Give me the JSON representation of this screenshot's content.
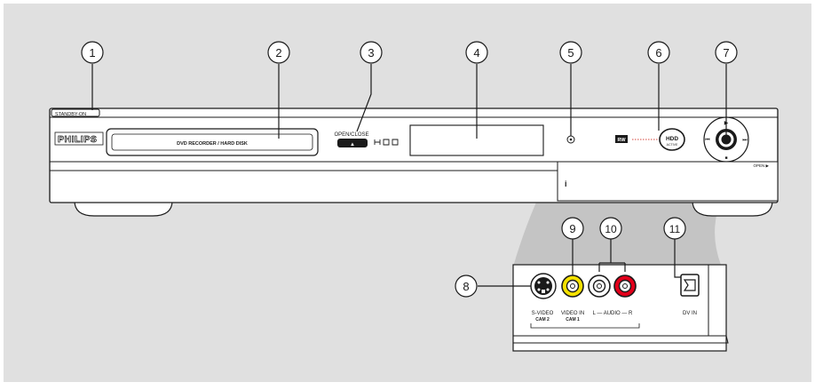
{
  "brand": "PHILIPS",
  "labels": {
    "standby": "STANDBY-ON",
    "tray": "DVD RECORDER / HARD DISK",
    "open_close": "OPEN/CLOSE",
    "hdd_line1": "HDD",
    "hdd_line2": "ACTIVE",
    "open": "OPEN ▶",
    "svideo": "S-VIDEO",
    "cam2": "CAM 2",
    "videoin": "VIDEO IN",
    "cam1": "CAM 1",
    "audio": "L — AUDIO — R",
    "dvin": "DV IN"
  },
  "callouts": [
    "1",
    "2",
    "3",
    "4",
    "5",
    "6",
    "7",
    "8",
    "9",
    "10",
    "11"
  ],
  "colors": {
    "background": "#e0e0e0",
    "panel": "#ffffff",
    "jack_yellow": "#f4e100",
    "jack_red": "#e2001a",
    "line": "#1a1a1a"
  }
}
